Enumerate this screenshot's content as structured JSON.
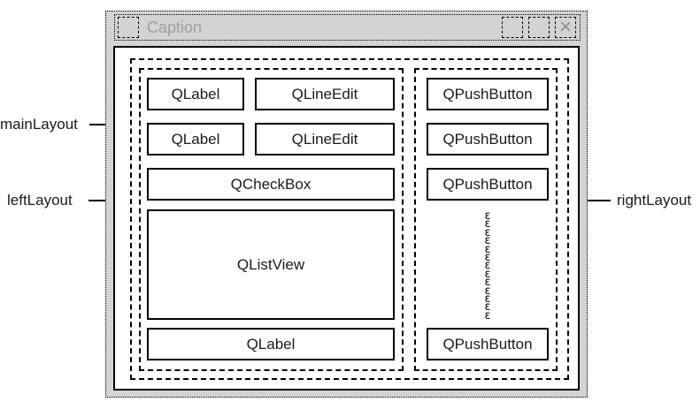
{
  "colors": {
    "frame_gray": "#d3d3d3",
    "caption_text": "#a0a0a0",
    "close_glyph_gray": "#8f8f8f",
    "line_black": "#000000"
  },
  "window": {
    "caption": "Caption",
    "close_glyph": "×"
  },
  "annotations": {
    "main_layout": "mainLayout",
    "left_layout": "leftLayout",
    "right_layout": "rightLayout"
  },
  "left_panel": {
    "row1": {
      "label": "QLabel",
      "edit": "QLineEdit"
    },
    "row2": {
      "label": "QLabel",
      "edit": "QLineEdit"
    },
    "checkbox": "QCheckBox",
    "listview": "QListView",
    "bottom_label": "QLabel"
  },
  "right_panel": {
    "buttons": [
      "QPushButton",
      "QPushButton",
      "QPushButton",
      "QPushButton"
    ],
    "spring": "ε\nε\nε\nε\nε\nε\nε\nε\nε\nε\nε\nε\nε"
  }
}
